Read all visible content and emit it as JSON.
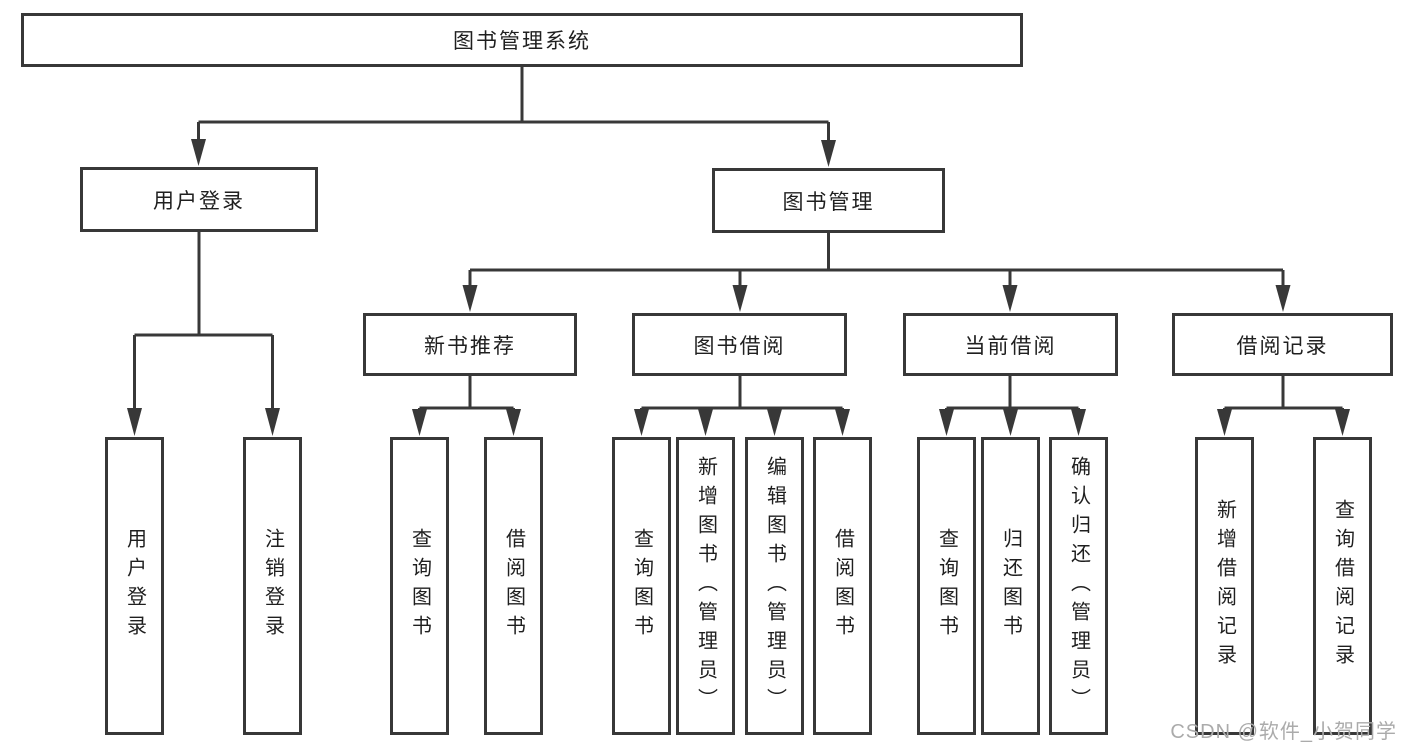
{
  "tree": {
    "label": "图书管理系统",
    "children": [
      {
        "label": "用户登录",
        "children": [
          {
            "label": "用户登录"
          },
          {
            "label": "注销登录"
          }
        ]
      },
      {
        "label": "图书管理",
        "children": [
          {
            "label": "新书推荐",
            "children": [
              {
                "label": "查询图书"
              },
              {
                "label": "借阅图书"
              }
            ]
          },
          {
            "label": "图书借阅",
            "children": [
              {
                "label": "查询图书"
              },
              {
                "label": "新增图书（管理员）"
              },
              {
                "label": "编辑图书（管理员）"
              },
              {
                "label": "借阅图书"
              }
            ]
          },
          {
            "label": "当前借阅",
            "children": [
              {
                "label": "查询图书"
              },
              {
                "label": "归还图书"
              },
              {
                "label": "确认归还（管理员）"
              }
            ]
          },
          {
            "label": "借阅记录",
            "children": [
              {
                "label": "新增借阅记录"
              },
              {
                "label": "查询借阅记录"
              }
            ]
          }
        ]
      }
    ]
  },
  "watermark": "CSDN @软件_小贺同学",
  "colors": {
    "line": "#383838",
    "text": "#1f1f1f",
    "background": "#ffffff",
    "watermark": "#ababab"
  }
}
